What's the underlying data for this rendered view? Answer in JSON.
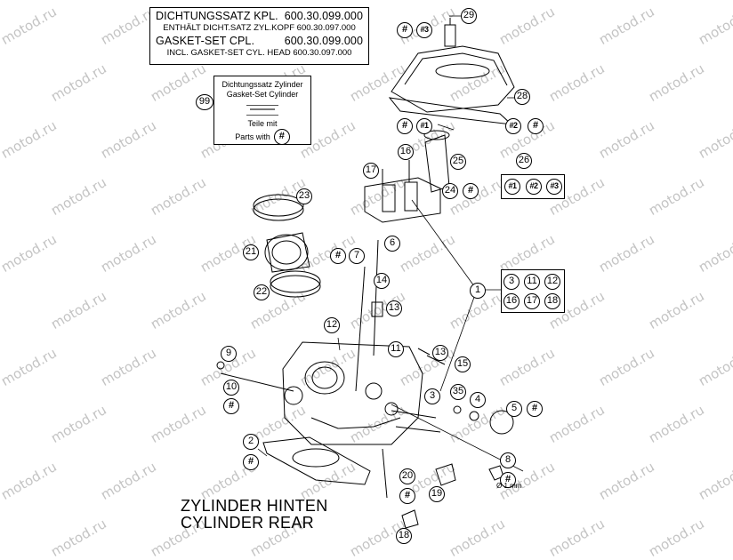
{
  "gasket_box": {
    "line1_label": "DICHTUNGSSATZ KPL.",
    "line1_number": "600.30.099.000",
    "line2": "ENTHÄLT DICHT.SATZ ZYL.KOPF 600.30.097.000",
    "line3_label": "GASKET-SET CPL.",
    "line3_number": "600.30.099.000",
    "line4": "INCL. GASKET-SET CYL. HEAD 600.30.097.000"
  },
  "cylinder_box": {
    "line1": "Dichtungssatz Zylinder",
    "line2": "Gasket-Set Cylinder",
    "line3": "Teile mit",
    "line4": "Parts with",
    "mark": "#",
    "ref": "99"
  },
  "title": {
    "line1": "ZYLINDER HINTEN",
    "line2": "CYLINDER REAR"
  },
  "dimension_note": "Ø 1 mm",
  "watermark_text": "motod.ru",
  "callouts": {
    "c29": "29",
    "h_29": "#",
    "h3_29": "#3",
    "c28": "28",
    "h2_28": "#2",
    "h_28": "#",
    "h_top": "#",
    "h1_top": "#1",
    "c16": "16",
    "c17": "17",
    "c25": "25",
    "c24": "24",
    "h_24": "#",
    "c26": "26",
    "g26_1": "#1",
    "g26_2": "#2",
    "g26_3": "#3",
    "c23": "23",
    "c21": "21",
    "c22": "22",
    "h_7": "#",
    "c7": "7",
    "c6": "6",
    "c14": "14",
    "c13a": "13",
    "c1": "1",
    "g1_3": "3",
    "g1_11": "11",
    "g1_12": "12",
    "g1_16": "16",
    "g1_17": "17",
    "g1_18": "18",
    "c12": "12",
    "c11": "11",
    "c13b": "13",
    "c15": "15",
    "c9": "9",
    "c10": "10",
    "h_10": "#",
    "c3": "3",
    "c35": "35",
    "c4": "4",
    "c5": "5",
    "h_5": "#",
    "c2": "2",
    "h_2": "#",
    "c8": "8",
    "h_8": "#",
    "c20": "20",
    "h_20": "#",
    "c19": "19",
    "c18": "18"
  }
}
